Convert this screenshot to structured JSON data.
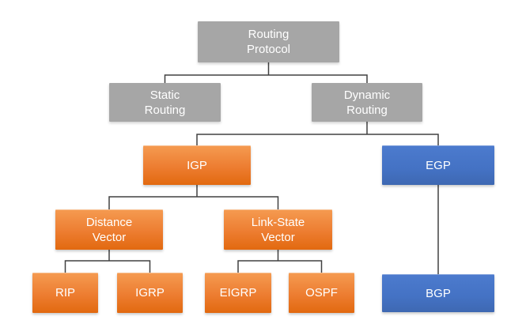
{
  "colors": {
    "gray": "#A6A6A6",
    "orange": "#ED7D31",
    "blue": "#4472C4",
    "line": "#404040",
    "background": "#FFFFFF",
    "text": "#FFFFFF"
  },
  "nodes": {
    "routing_protocol": {
      "label": "Routing\nProtocol",
      "color": "gray"
    },
    "static_routing": {
      "label": "Static\nRouting",
      "color": "gray"
    },
    "dynamic_routing": {
      "label": "Dynamic\nRouting",
      "color": "gray"
    },
    "igp": {
      "label": "IGP",
      "color": "orange"
    },
    "egp": {
      "label": "EGP",
      "color": "blue"
    },
    "distance_vector": {
      "label": "Distance\nVector",
      "color": "orange"
    },
    "link_state_vector": {
      "label": "Link-State\nVector",
      "color": "orange"
    },
    "rip": {
      "label": "RIP",
      "color": "orange"
    },
    "igrp": {
      "label": "IGRP",
      "color": "orange"
    },
    "eigrp": {
      "label": "EIGRP",
      "color": "orange"
    },
    "ospf": {
      "label": "OSPF",
      "color": "orange"
    },
    "bgp": {
      "label": "BGP",
      "color": "blue"
    }
  },
  "edges": [
    {
      "from": "routing_protocol",
      "to": "static_routing"
    },
    {
      "from": "routing_protocol",
      "to": "dynamic_routing"
    },
    {
      "from": "dynamic_routing",
      "to": "igp"
    },
    {
      "from": "dynamic_routing",
      "to": "egp"
    },
    {
      "from": "igp",
      "to": "distance_vector"
    },
    {
      "from": "igp",
      "to": "link_state_vector"
    },
    {
      "from": "distance_vector",
      "to": "rip"
    },
    {
      "from": "distance_vector",
      "to": "igrp"
    },
    {
      "from": "link_state_vector",
      "to": "eigrp"
    },
    {
      "from": "link_state_vector",
      "to": "ospf"
    },
    {
      "from": "egp",
      "to": "bgp"
    }
  ]
}
